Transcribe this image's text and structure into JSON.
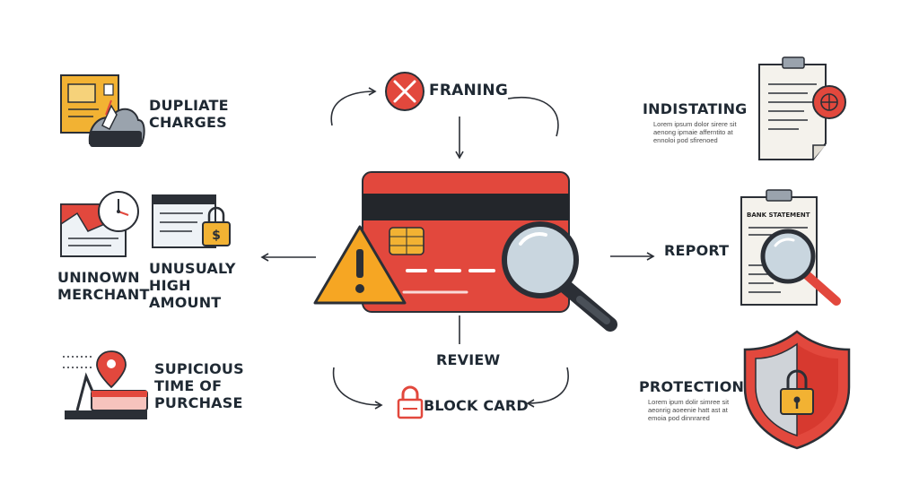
{
  "colors": {
    "accent_red": "#e2483d",
    "outline": "#2b2f36",
    "card_stripe": "#23262b",
    "chip": "#f2b233",
    "warning_yellow": "#f6a623",
    "lens": "#c9d6df",
    "paper": "#f4f2ec",
    "shield_gray": "#cfd3d8"
  },
  "top_flow": {
    "label": "FRANING",
    "icon": "x-circle-icon"
  },
  "center": {
    "icon": "credit-card-alert-icon"
  },
  "bottom_flow": {
    "review_label": "REVIEW",
    "block_label": "BLOCK CARD",
    "block_icon": "padlock-icon"
  },
  "left_items": [
    {
      "lines": [
        "DUPLIATE",
        "CHARGES"
      ],
      "icon": "duplicate-receipt-icon"
    },
    {
      "lines": [
        "UNINOWN",
        "MERCHANT"
      ],
      "icon": "merchant-clock-icon"
    },
    {
      "lines": [
        "UNUSUALY",
        "HIGH",
        "AMOUNT"
      ],
      "icon": "wallet-lock-icon"
    },
    {
      "lines": [
        "SUPICIOUS",
        "TIME OF",
        "PURCHASE"
      ],
      "icon": "map-pin-icon"
    }
  ],
  "right_items": {
    "indistating": {
      "title": "INDISTATING",
      "body": [
        "Lorem ipsum dolor sirere sit",
        "aenong ipmaie afferntito at",
        "ennoloi pod sfirenoed"
      ],
      "icon": "document-globe-icon"
    },
    "report": {
      "title": "REPORT",
      "doc_heading": "BANK STATEMENT",
      "icon": "bank-statement-search-icon"
    },
    "protection": {
      "title": "PROTECTION",
      "body": [
        "Lorem ipum dolir simree sit",
        "aeonrig aoeenie hatt ast at",
        "emoia pod dinnrared"
      ],
      "icon": "shield-lock-icon"
    }
  }
}
